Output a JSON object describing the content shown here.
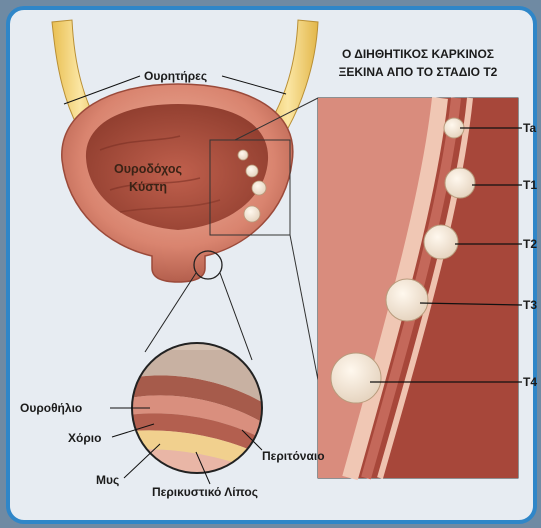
{
  "colors": {
    "frame_border": "#2f86c8",
    "panel_bg": "#e7ecf2",
    "tissue_pink": "#d58f83",
    "tissue_dark": "#9c4f43",
    "ureter_yellow": "#f2d27a"
  },
  "labels": {
    "ureters": "Ουρητήρες",
    "bladder_line1": "Ουροδόχος",
    "bladder_line2": "Κύστη",
    "title_line1": "Ο ΔΙΗΘΗΤΙΚΟΣ ΚΑΡΚΙΝΟΣ",
    "title_line2": "ΞΕΚΙΝΑ ΑΠΟ ΤΟ ΣΤΑΔΙΟ T2",
    "urothelium": "Ουροθήλιο",
    "chorion": "Χόριο",
    "muscle": "Μυς",
    "perivesical_fat": "Περικυστικό Λίπος",
    "peritoneum": "Περιτόναιο"
  },
  "stages": [
    "Ta",
    "T1",
    "T2",
    "T3",
    "T4"
  ]
}
